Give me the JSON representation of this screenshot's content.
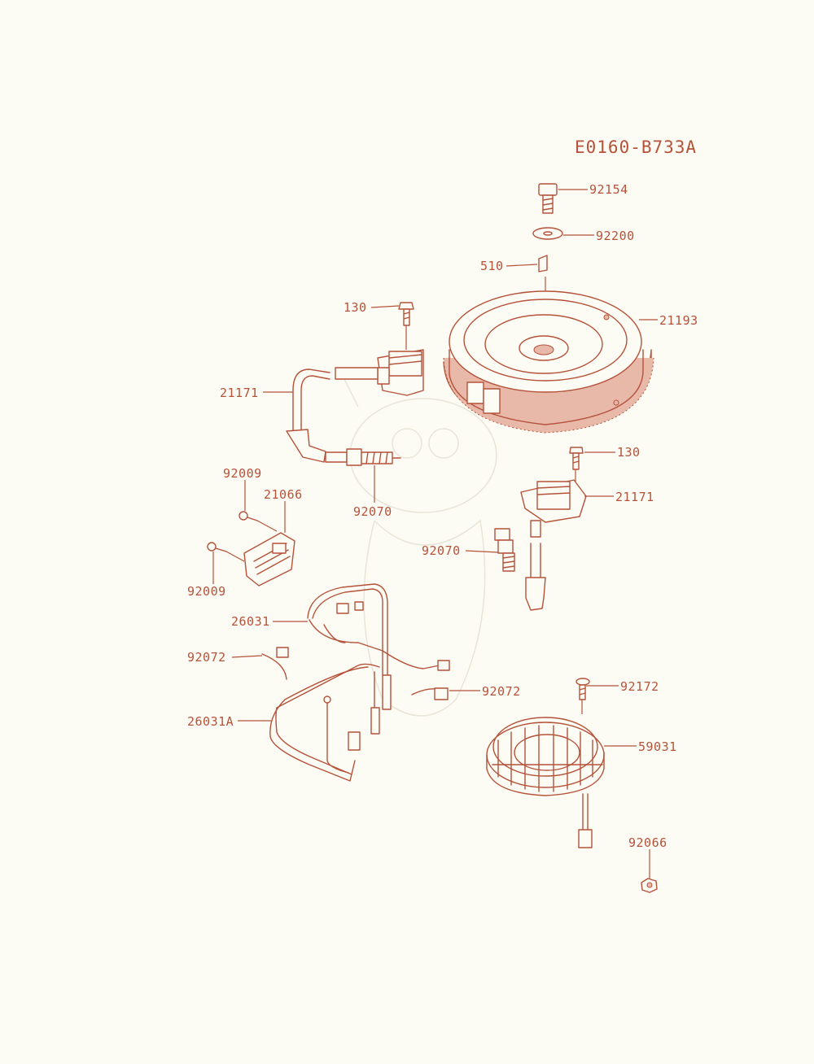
{
  "diagram_code": "E0160-B733A",
  "part_labels": {
    "flywheel_bolt": "92154",
    "flywheel_washer": "92200",
    "flywheel_key": "510",
    "flywheel": "21193",
    "coil_bolt_upper": "130",
    "ignition_coil_upper": "21171",
    "spark_plug_upper": "92070",
    "regulator_screw_upper": "92009",
    "regulator": "21066",
    "regulator_screw_lower": "92009",
    "coil_bolt_lower": "130",
    "ignition_coil_lower": "21171",
    "spark_plug_lower": "92070",
    "harness": "26031",
    "clamp_left": "92072",
    "clamp_right": "92072",
    "harness_a": "26031A",
    "stator_screw": "92172",
    "stator": "59031",
    "nut": "92066"
  },
  "colors": {
    "ink": "#b5523a",
    "background": "#fdfcf4"
  }
}
